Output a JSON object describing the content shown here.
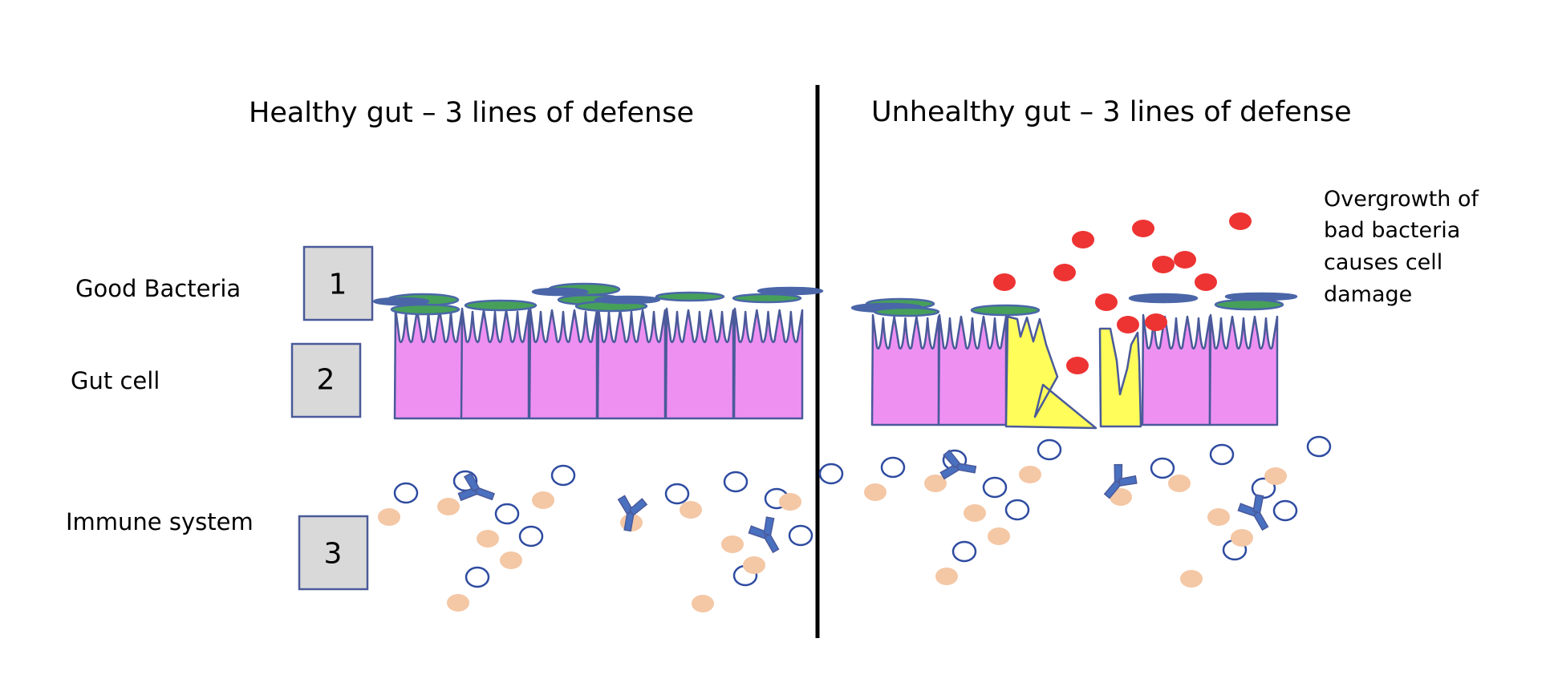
{
  "titles": {
    "healthy": "Healthy gut – 3 lines of defense",
    "unhealthy": "Unhealthy gut – 3 lines of defense"
  },
  "labels": {
    "good_bacteria": "Good Bacteria",
    "gut_cell": "Gut cell",
    "immune_system": "Immune system"
  },
  "numbers": {
    "one": "1",
    "two": "2",
    "three": "3"
  },
  "annotation": {
    "line1": "Overgrowth of",
    "line2": "bad bacteria",
    "line3": "causes cell",
    "line4": "damage"
  },
  "colors": {
    "healthy_cell": "#EE90F2",
    "damaged_cell": "#FFFD5A",
    "cell_outline": "#4A5A9A",
    "good_bacteria_fill": "#46A05A",
    "good_bacteria_outline": "#4A66A8",
    "bad_bacteria": "#EE3333",
    "immune_open": "#2E4BA0",
    "immune_filled": "#F4C7A5",
    "antibody": "#4A70C0",
    "number_box": "#D9D9D9",
    "divider": "#000000"
  }
}
